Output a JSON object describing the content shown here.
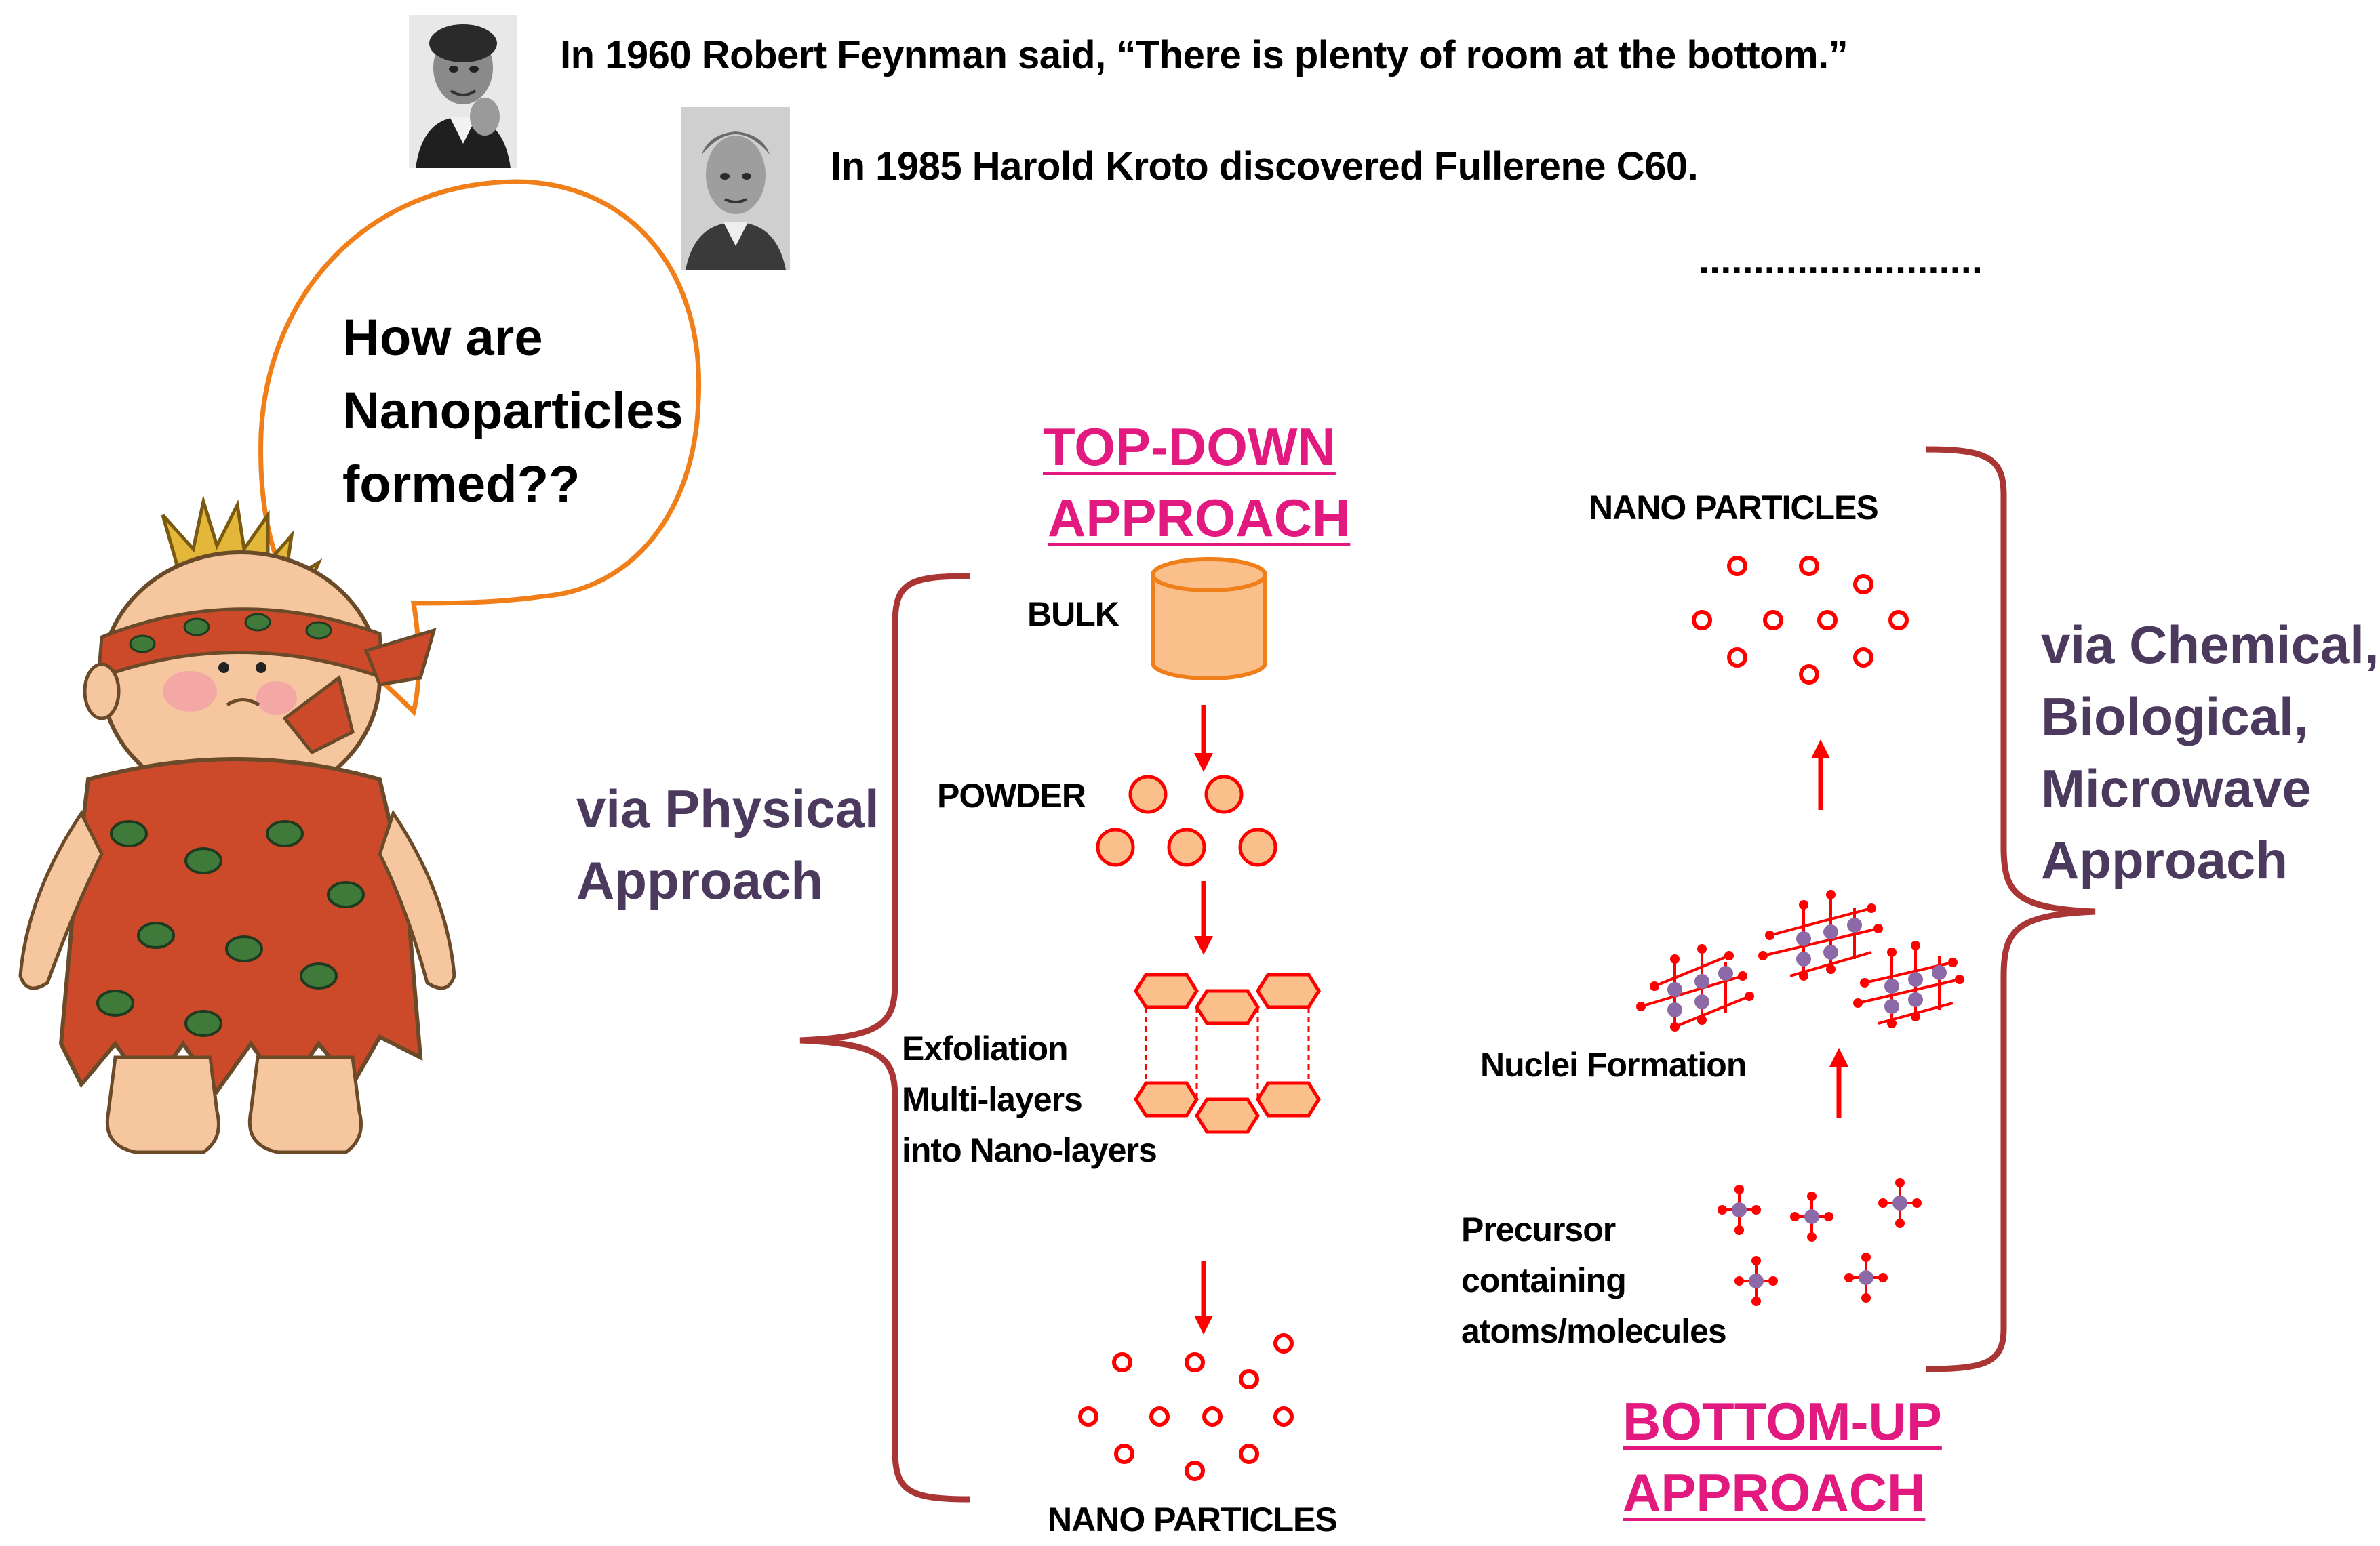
{
  "history": {
    "feynman_quote": "In 1960 Robert Feynman  said, “There is plenty of room at the bottom.”",
    "kroto_quote": "In 1985 Harold Kroto discovered Fullerene C60.",
    "ellipsis": ".........................."
  },
  "bubble": {
    "line1": "How are",
    "line2": "Nanoparticles",
    "line3": "formed??"
  },
  "top_down": {
    "title_line1": "TOP-DOWN",
    "title_line2": "APPROACH",
    "via_line1": "via Physical",
    "via_line2": "Approach",
    "bulk_label": "BULK",
    "powder_label": "POWDER",
    "exfoliation_line1": "Exfoliation",
    "exfoliation_line2": "Multi-layers",
    "exfoliation_line3": "into Nano-layers",
    "nano_label": "NANO PARTICLES"
  },
  "bottom_up": {
    "title_line1": "BOTTOM-UP",
    "title_line2": "APPROACH",
    "via_line1": "via Chemical,",
    "via_line2": "Biological,",
    "via_line3": "Microwave",
    "via_line4": "Approach",
    "nano_label": "NANO PARTICLES",
    "nuclei_label": "Nuclei Formation",
    "precursor_line1": "Precursor",
    "precursor_line2": "containing",
    "precursor_line3": "atoms/molecules"
  },
  "colors": {
    "pink_title": "#e2197e",
    "via_text": "#4b3a5e",
    "arrow_red": "#ff0000",
    "brace": "#a93535",
    "bulk_fill": "#fbbf8b",
    "bulk_stroke": "#f07f1a",
    "bubble_stroke": "#f07f1a",
    "nucleus_purple": "#8c6aa8"
  }
}
